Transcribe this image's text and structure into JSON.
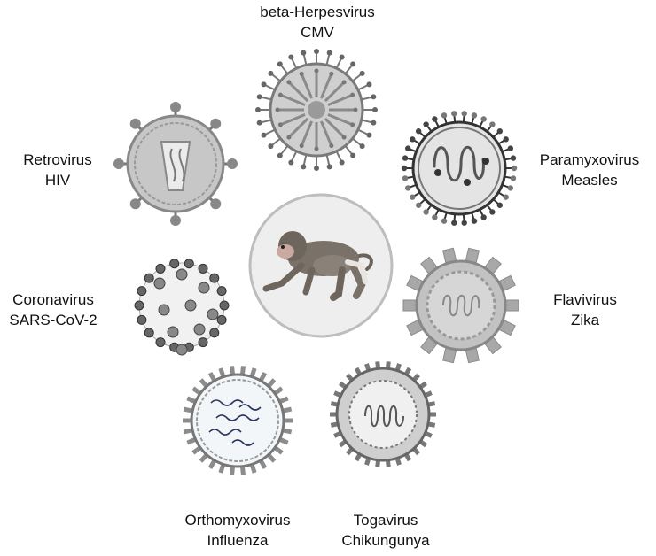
{
  "colors": {
    "center_bg": "#eeeeee",
    "center_ring": "#bdbdbd",
    "capsule_gray": "#9e9e9e",
    "dark_gray": "#555555",
    "rna_navy": "#2a3560",
    "measles_spike": "#333333"
  },
  "center": {
    "icon": "macaque-monkey-icon"
  },
  "viruses": [
    {
      "id": "cmv",
      "family": "beta-Herpesvirus",
      "species": "CMV",
      "icon": "herpesvirus-icon"
    },
    {
      "id": "measles",
      "family": "Paramyxovirus",
      "species": "Measles",
      "icon": "paramyxovirus-icon"
    },
    {
      "id": "zika",
      "family": "Flavivirus",
      "species": "Zika",
      "icon": "flavivirus-icon"
    },
    {
      "id": "chik",
      "family": "Togavirus",
      "species": "Chikungunya",
      "icon": "togavirus-icon"
    },
    {
      "id": "flu",
      "family": "Orthomyxovirus",
      "species": "Influenza",
      "icon": "orthomyxovirus-icon"
    },
    {
      "id": "sars",
      "family": "Coronavirus",
      "species": "SARS-CoV-2",
      "icon": "coronavirus-icon"
    },
    {
      "id": "hiv",
      "family": "Retrovirus",
      "species": "HIV",
      "icon": "retrovirus-icon"
    }
  ]
}
